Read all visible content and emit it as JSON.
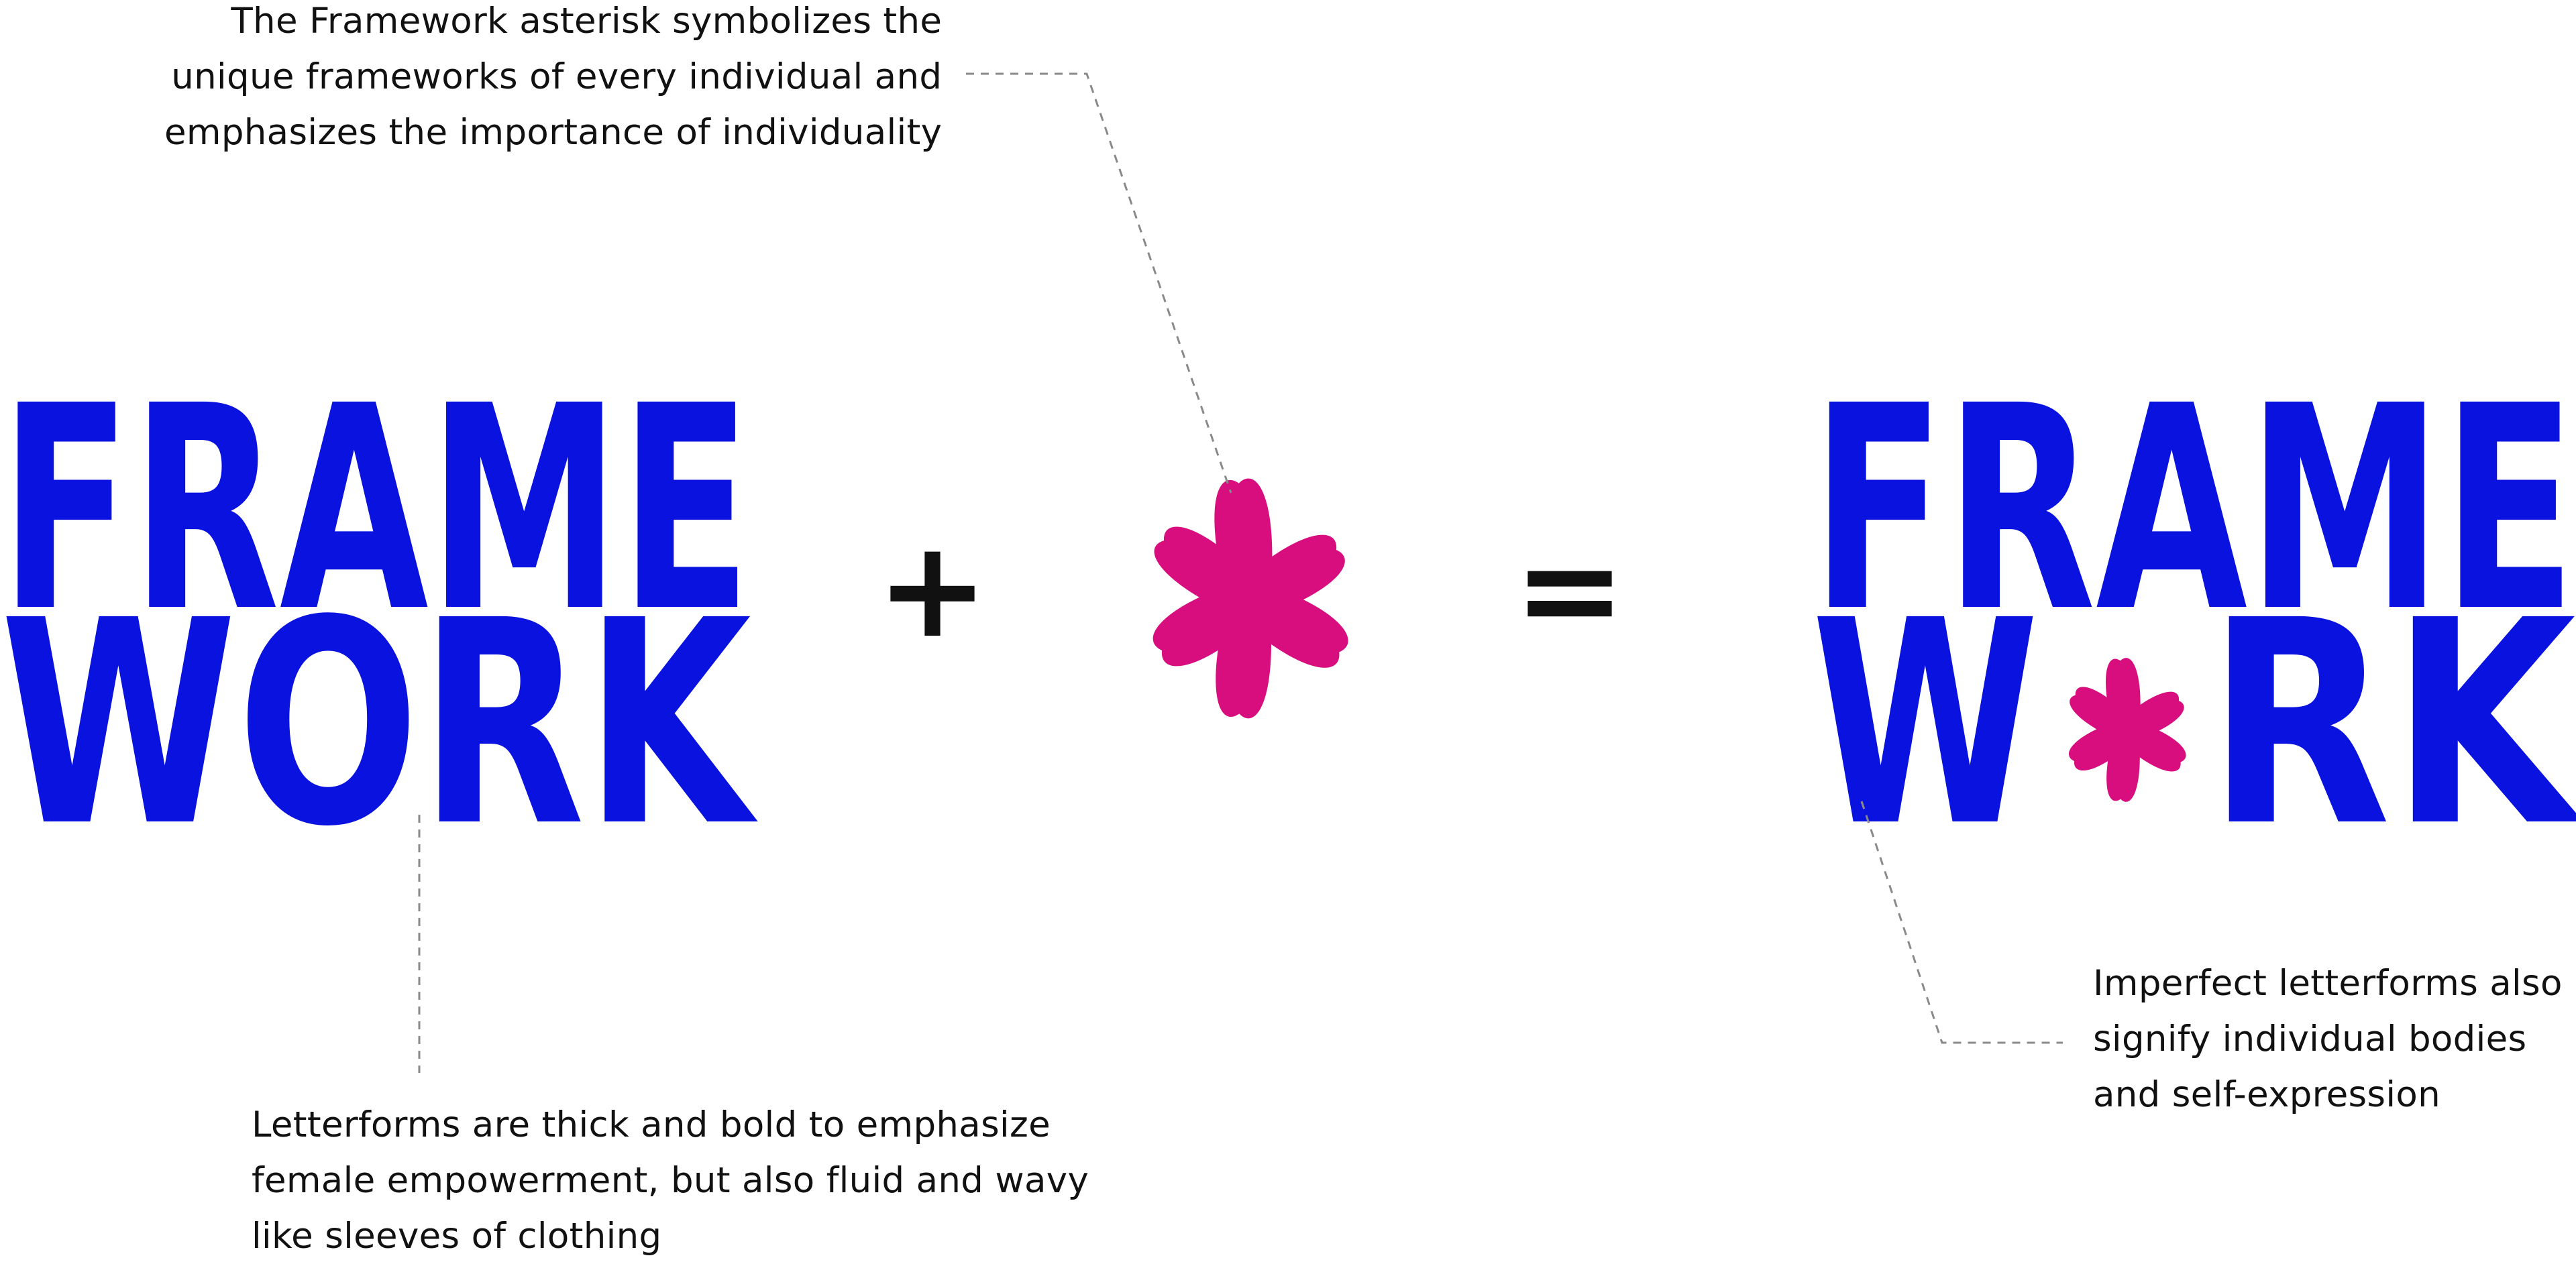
{
  "colors": {
    "wordmark_blue": "#0a12e0",
    "asterisk_pink": "#d80d7e",
    "text": "#111111",
    "leader_line": "#8a8a8a"
  },
  "captions": {
    "asterisk": {
      "lines": [
        "The Framework asterisk symbolizes the",
        "unique frameworks of every individual and",
        "emphasizes the importance of individuality"
      ]
    },
    "letterforms": {
      "lines": [
        "Letterforms are thick and bold to emphasize",
        "female empowerment, but also fluid and wavy",
        "like sleeves of clothing"
      ]
    },
    "imperfect": {
      "lines": [
        "Imperfect letterforms also",
        "signify individual bodies",
        "and self-expression"
      ]
    }
  },
  "wordmark_left": {
    "row1": "FRAME",
    "row2": "WORK"
  },
  "wordmark_right": {
    "row1": "FRAME",
    "row2_before": "W",
    "row2_after": "RK"
  },
  "operators": {
    "plus": "+",
    "equals": "="
  },
  "icons": {
    "asterisk": "framework-asterisk-icon"
  }
}
